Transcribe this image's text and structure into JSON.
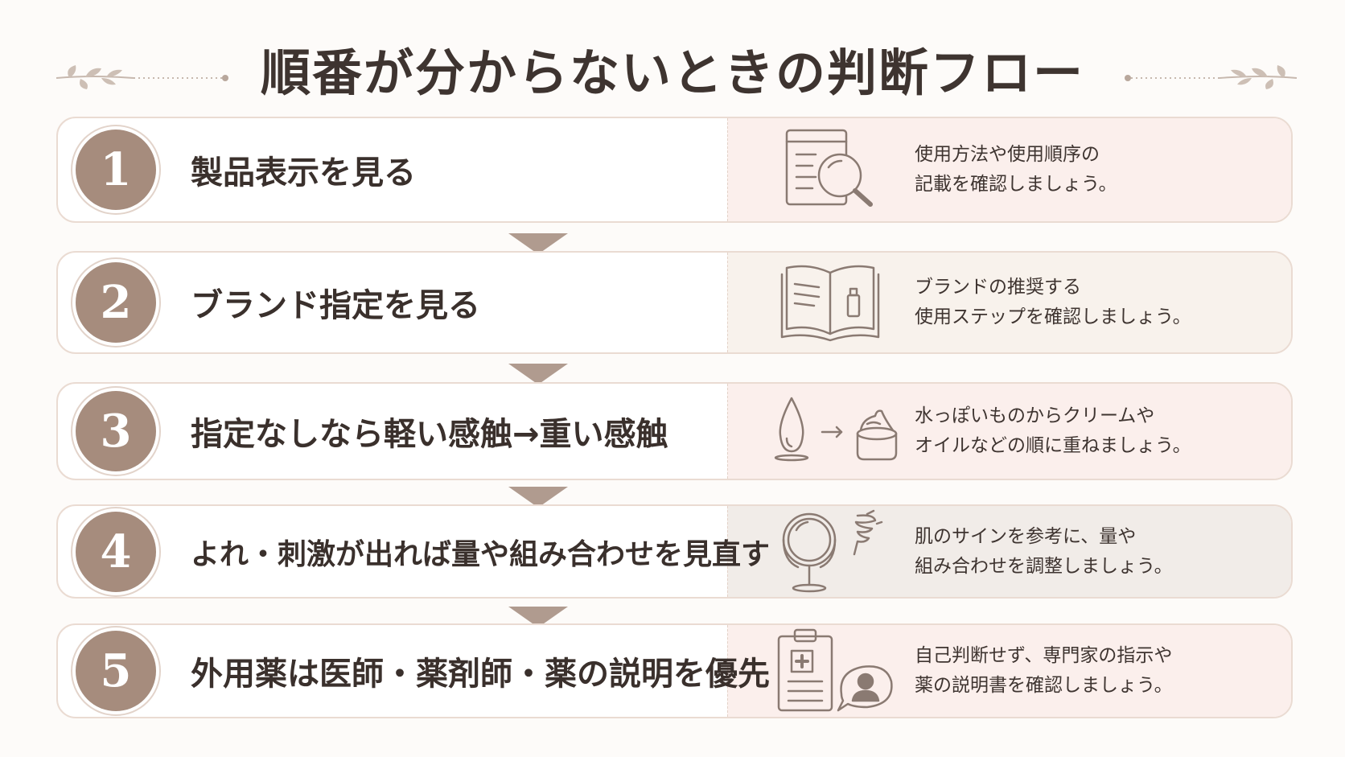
{
  "title": "順番が分からないときの判断フロー",
  "steps": [
    {
      "number": "1",
      "title": "製品表示を見る",
      "desc_line1": "使用方法や使用順序の",
      "desc_line2": "記載を確認しましょう。"
    },
    {
      "number": "2",
      "title": "ブランド指定を見る",
      "desc_line1": "ブランドの推奨する",
      "desc_line2": "使用ステップを確認しましょう。"
    },
    {
      "number": "3",
      "title": "指定なしなら軽い感触→重い感触",
      "desc_line1": "水っぽいものからクリームや",
      "desc_line2": "オイルなどの順に重ねましょう。"
    },
    {
      "number": "4",
      "title": "よれ・刺激が出れば量や組み合わせを見直す",
      "desc_line1": "肌のサインを参考に、量や",
      "desc_line2": "組み合わせを調整しましょう。"
    },
    {
      "number": "5",
      "title": "外用薬は医師・薬剤師・薬の説明を優先",
      "desc_line1": "自己判断せず、専門家の指示や",
      "desc_line2": "薬の説明書を確認しましょう。"
    }
  ],
  "colors": {
    "accent": "#a68c7d",
    "arrow": "#b09b8f",
    "icon_stroke": "#8a7a72"
  },
  "icons": [
    "document-magnifier-icon",
    "open-book-icon",
    "drop-to-cream-icon",
    "mirror-irritation-icon",
    "clipboard-doctor-icon"
  ]
}
